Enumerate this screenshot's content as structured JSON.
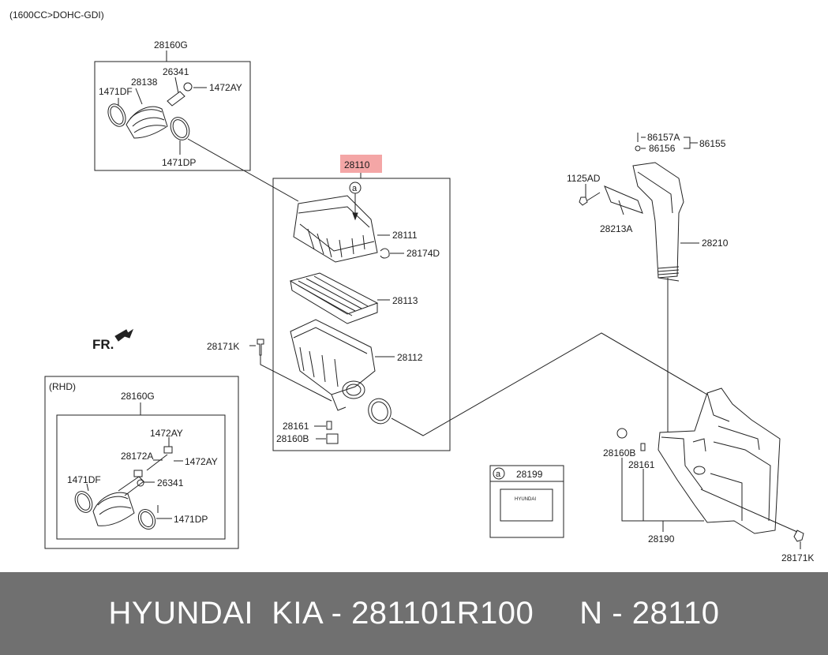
{
  "header": {
    "engine_spec": "(1600CC>DOHC-GDI)"
  },
  "highlight": {
    "part": "28110",
    "color": "#f4a6a6"
  },
  "labels": {
    "g1_assy": "28160G",
    "g1_26341": "26341",
    "g1_28138": "28138",
    "g1_1472AY": "1472AY",
    "g1_1471DF": "1471DF",
    "g1_1471DP": "1471DP",
    "main_a": "a",
    "p28111": "28111",
    "p28174D": "28174D",
    "p28113": "28113",
    "p28171K_left": "28171K",
    "p28112": "28112",
    "p28161_left": "28161",
    "p28160B_left": "28160B",
    "fr": "FR.",
    "p86157A": "86157A",
    "p86156": "86156",
    "p86155": "86155",
    "p1125AD": "1125AD",
    "p28213A": "28213A",
    "p28210": "28210",
    "rhd": "(RHD)",
    "rhd_assy": "28160G",
    "rhd_1472AY_top": "1472AY",
    "rhd_28172A": "28172A",
    "rhd_1472AY_right": "1472AY",
    "rhd_1471DF": "1471DF",
    "rhd_26341": "26341",
    "rhd_1471DP": "1471DP",
    "legend_a": "a",
    "legend_28199": "28199",
    "label_brand": "HYUNDAI",
    "p28160B_right": "28160B",
    "p28161_right": "28161",
    "p28190": "28190",
    "p28171K_right": "28171K"
  },
  "footer": {
    "brand": "HYUNDAI  KIA",
    "sep1": " - ",
    "part_number": "281101R100",
    "gap": "     ",
    "prefix": "N",
    "sep2": " - ",
    "code": "28110"
  }
}
